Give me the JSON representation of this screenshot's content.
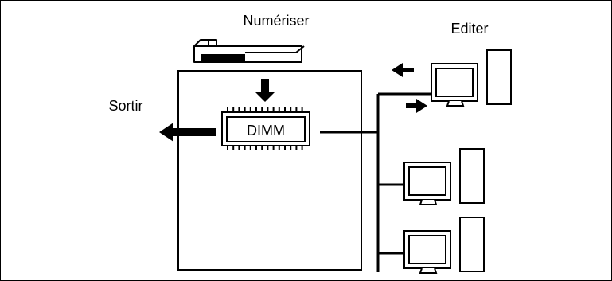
{
  "labels": {
    "scan": "Numériser",
    "edit": "Editer",
    "output": "Sortir",
    "memory": "DIMM"
  }
}
